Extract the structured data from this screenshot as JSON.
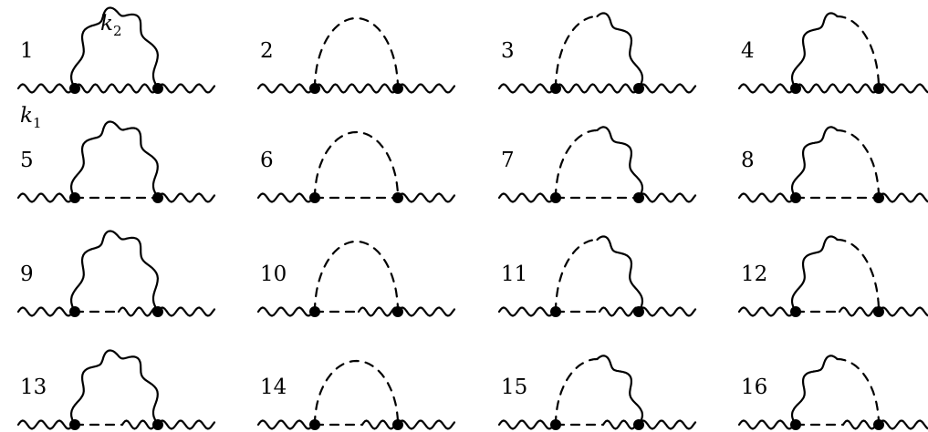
{
  "diagrams": [
    {
      "label": "1",
      "bottom": "wavy",
      "top": "wavy"
    },
    {
      "label": "2",
      "bottom": "wavy",
      "top": "dashed"
    },
    {
      "label": "3",
      "bottom": "wavy",
      "top": "dashed-wavy"
    },
    {
      "label": "4",
      "bottom": "wavy",
      "top": "wavy-dashed"
    },
    {
      "label": "5",
      "bottom": "dashed",
      "top": "wavy"
    },
    {
      "label": "6",
      "bottom": "dashed",
      "top": "dashed"
    },
    {
      "label": "7",
      "bottom": "dashed",
      "top": "dashed-wavy"
    },
    {
      "label": "8",
      "bottom": "dashed",
      "top": "wavy-dashed"
    },
    {
      "label": "9",
      "bottom": "dashed-wavy",
      "top": "wavy"
    },
    {
      "label": "10",
      "bottom": "dashed-wavy",
      "top": "dashed"
    },
    {
      "label": "11",
      "bottom": "dashed-wavy",
      "top": "dashed-wavy"
    },
    {
      "label": "12",
      "bottom": "dashed-wavy",
      "top": "wavy-dashed"
    },
    {
      "label": "13",
      "bottom": "dashed-wavy-2",
      "top": "wavy"
    },
    {
      "label": "14",
      "bottom": "dashed-wavy-2",
      "top": "dashed"
    },
    {
      "label": "15",
      "bottom": "dashed-wavy-2",
      "top": "dashed-wavy"
    },
    {
      "label": "16",
      "bottom": "dashed-wavy-2",
      "top": "wavy-dashed"
    }
  ],
  "momentum_labels": {
    "k2": {
      "base": "k",
      "sub": "2"
    },
    "k1": {
      "base": "k",
      "sub": "1"
    }
  }
}
